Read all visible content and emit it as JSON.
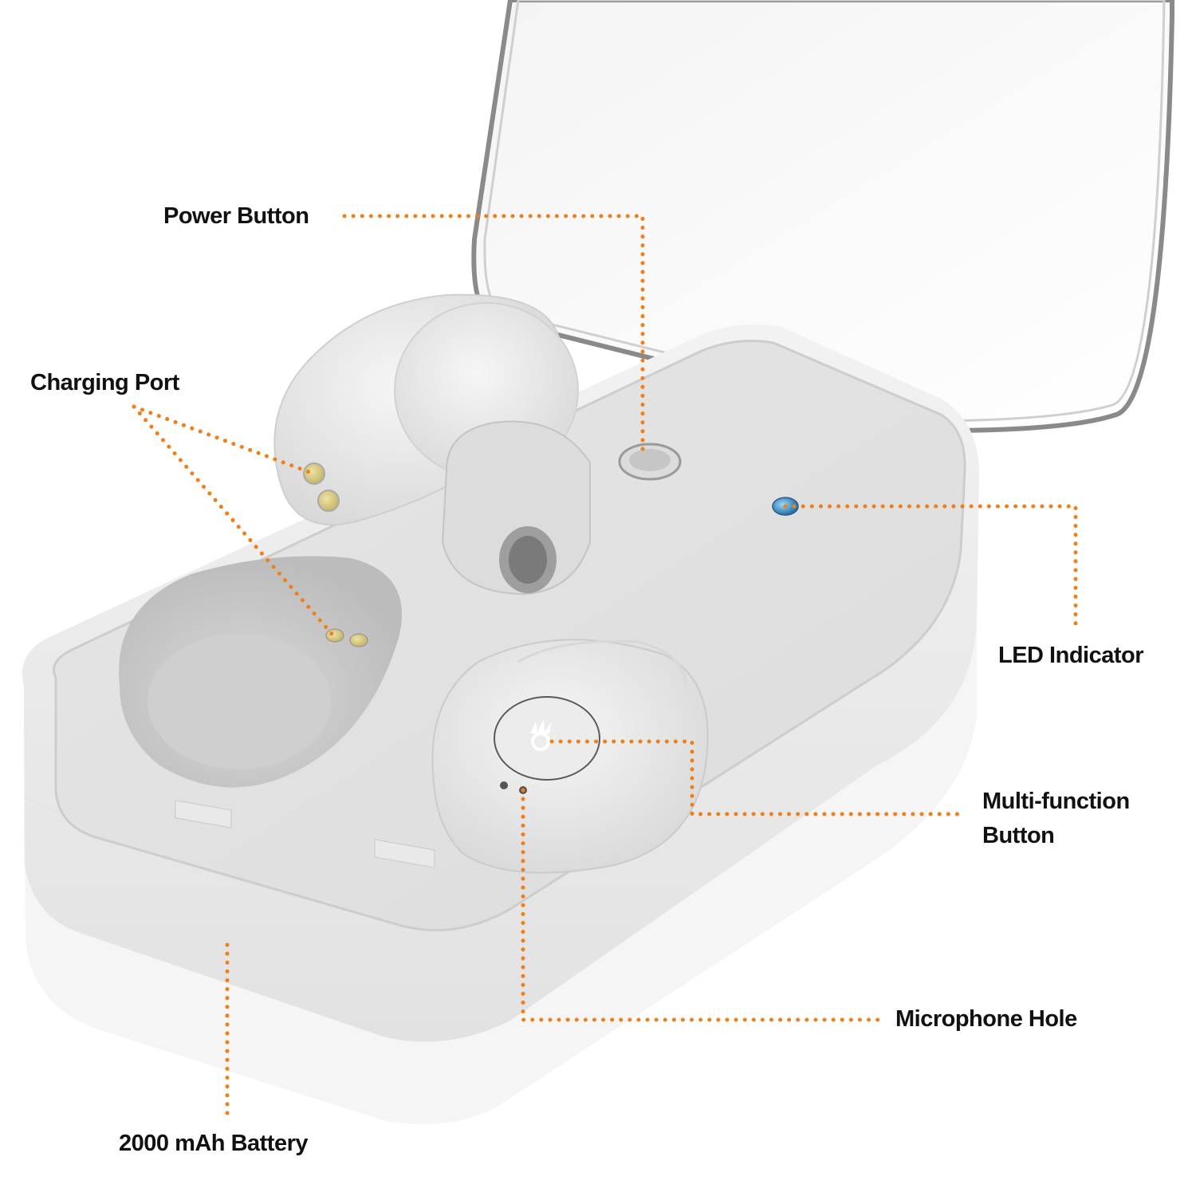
{
  "diagram": {
    "subject": "True wireless earbuds in open charging case",
    "accent_color": "#f07f1a",
    "labels": [
      {
        "id": "power_button",
        "text": "Power Button"
      },
      {
        "id": "charging_port",
        "text": "Charging Port"
      },
      {
        "id": "led_indicator",
        "text": "LED Indicator"
      },
      {
        "id": "multi_function_line1",
        "text": "Multi-function"
      },
      {
        "id": "multi_function_line2",
        "text": "Button"
      },
      {
        "id": "microphone_hole",
        "text": "Microphone Hole"
      },
      {
        "id": "battery",
        "text": "2000 mAh Battery"
      }
    ]
  }
}
